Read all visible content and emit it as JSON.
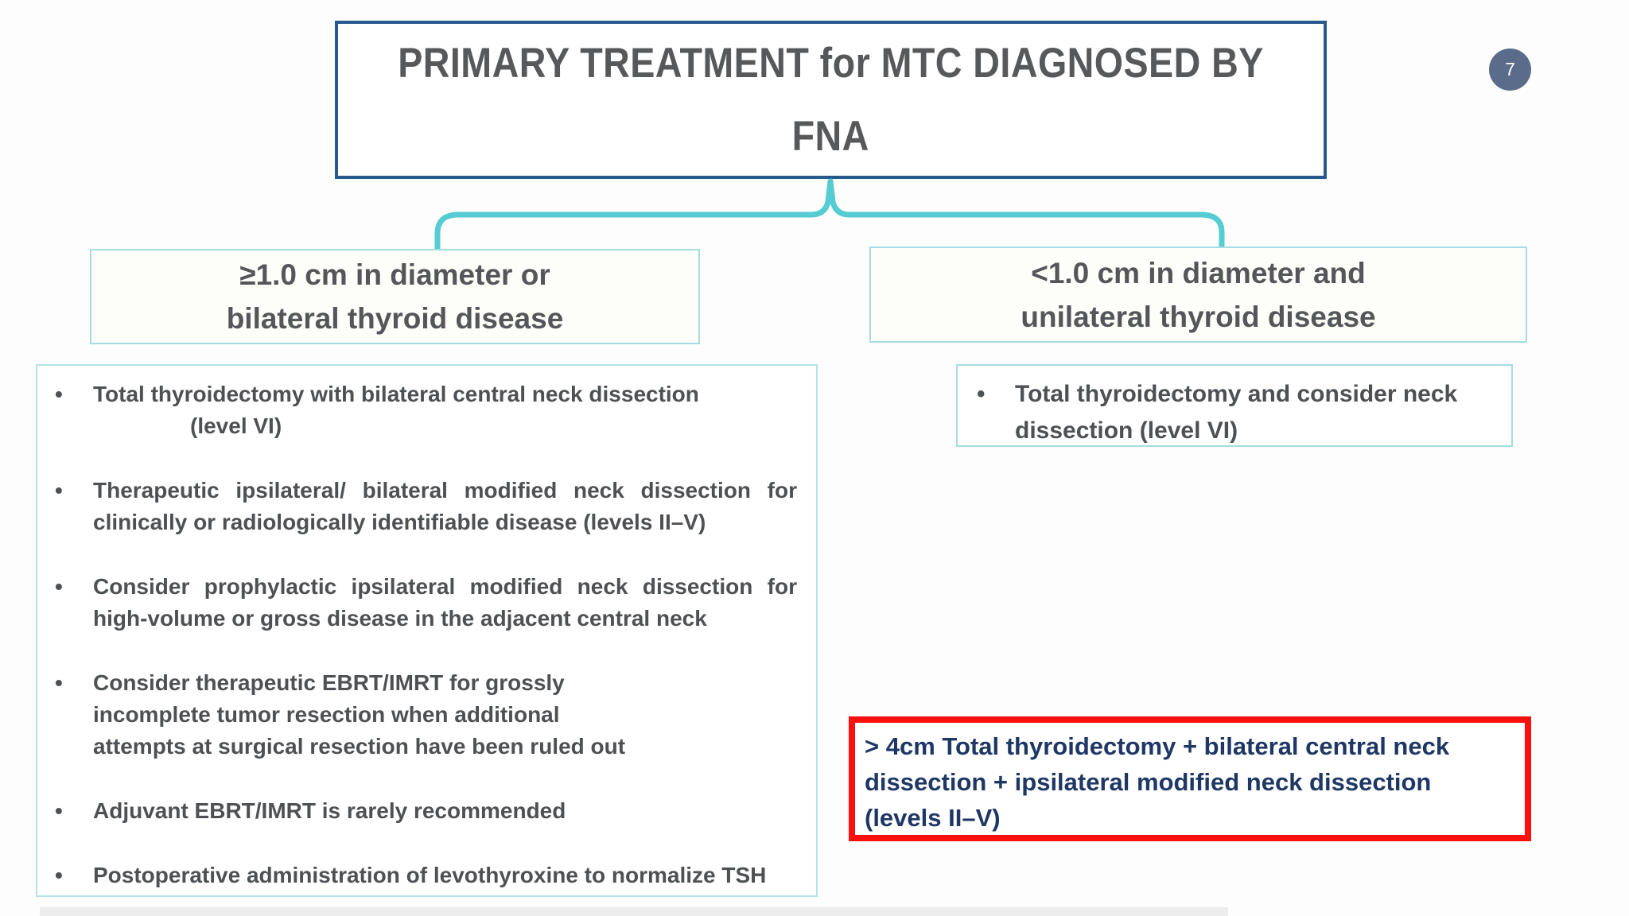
{
  "page": {
    "number": "7"
  },
  "title": {
    "line1": "PRIMARY TREATMENT for MTC DIAGNOSED BY",
    "line2": "FNA"
  },
  "glyphs": {
    "bullet": "•"
  },
  "colors": {
    "title_border": "#28598c",
    "badge_fill": "#5b6b8a",
    "connector_teal": "#55ccd2",
    "box_border_teal": "#a5dce2",
    "body_text_gray": "#4e5153",
    "callout_border_red": "#fb100d",
    "callout_text_navy": "#1e3765"
  },
  "branches": {
    "left": {
      "header": {
        "line1": "≥1.0 cm in diameter or",
        "line2": "bilateral thyroid disease"
      },
      "bullets": [
        {
          "line1": "Total thyroidectomy with bilateral central neck dissection",
          "line2": "(level VI)"
        },
        {
          "line1": "Therapeutic ipsilateral/ bilateral modified neck dissection for",
          "line2": "clinically or radiologically identifiable disease (levels II–V)"
        },
        {
          "line1": "Consider prophylactic ipsilateral modified neck dissection for",
          "line2": "high-volume or gross disease in the adjacent central neck"
        },
        {
          "line1": "Consider therapeutic EBRT/IMRT for grossly",
          "line2": "incomplete tumor resection when additional",
          "line3": "attempts at surgical resection have been ruled out"
        },
        {
          "line1": "Adjuvant EBRT/IMRT is rarely recommended"
        },
        {
          "line1": "Postoperative administration of levothyroxine to normalize TSH"
        }
      ]
    },
    "right": {
      "header": {
        "line1": "<1.0 cm in diameter and",
        "line2": "unilateral thyroid disease"
      },
      "bullets": [
        {
          "line1": "Total thyroidectomy and consider neck",
          "line2": "dissection (level VI)"
        }
      ],
      "callout": {
        "line1": "> 4cm Total thyroidectomy + bilateral central neck",
        "line2": "dissection + ipsilateral modified neck dissection",
        "line3": "(levels II–V)"
      }
    }
  }
}
